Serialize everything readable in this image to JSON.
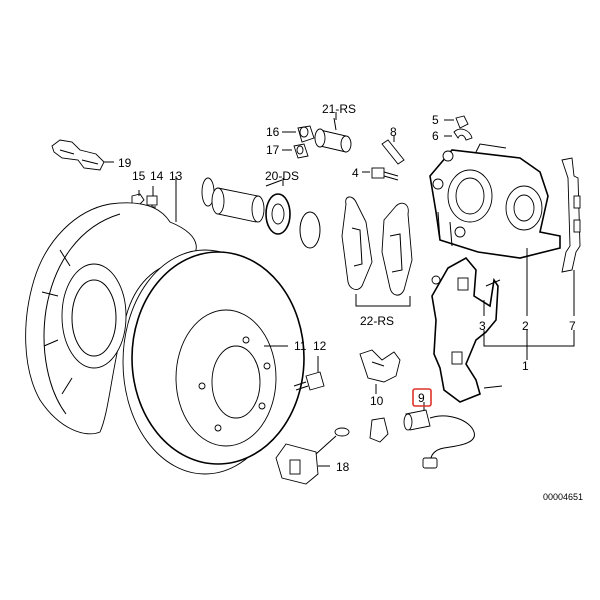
{
  "labels": {
    "l19": "19",
    "l15": "15",
    "l14": "14",
    "l13": "13",
    "l21": "21-RS",
    "l16": "16",
    "l17": "17",
    "l8": "8",
    "l5": "5",
    "l6": "6",
    "l4": "4",
    "l20": "20-DS",
    "l22": "22-RS",
    "l11": "11",
    "l12": "12",
    "l3": "3",
    "l2": "2",
    "l7": "7",
    "l1": "1",
    "l10": "10",
    "l9": "9",
    "l18": "18"
  },
  "code": "00004651",
  "colors": {
    "highlight": "#e0312a",
    "ink": "#000000"
  }
}
